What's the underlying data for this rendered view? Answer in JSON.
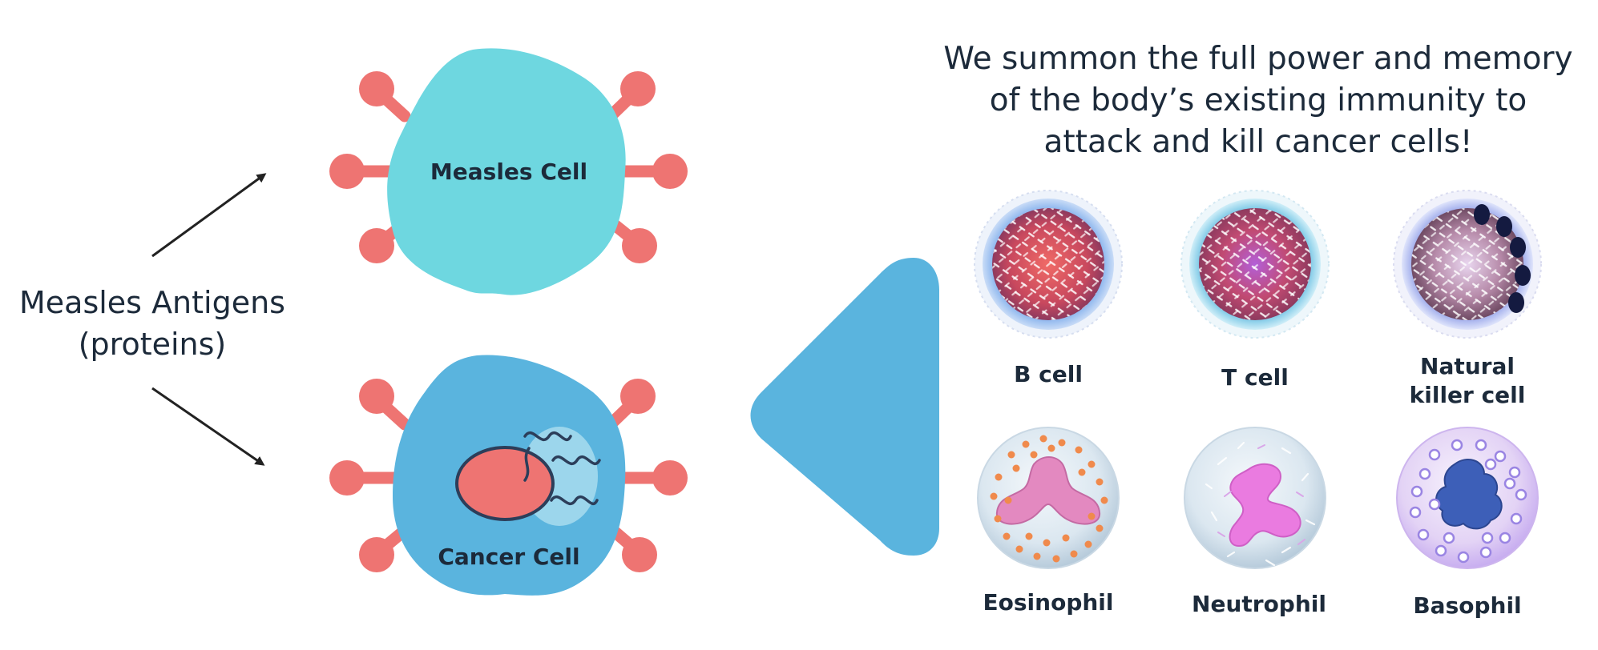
{
  "antigen_label": {
    "line1": "Measles Antigens",
    "line2": "(proteins)"
  },
  "measles_cell": {
    "label": "Measles Cell",
    "color": "#6ED7E0"
  },
  "cancer_cell": {
    "label": "Cancer Cell",
    "color": "#5AB4DE"
  },
  "antigen_color": "#EE7472",
  "pointer_color": "#5AB4DE",
  "headline": {
    "line1": "We summon the full power and memory",
    "line2": "of the body’s existing immunity to",
    "line3": "attack and kill cancer cells!"
  },
  "immune_cells": [
    {
      "line1": "B cell",
      "line2": "",
      "icon": "b-cell-icon"
    },
    {
      "line1": "T cell",
      "line2": "",
      "icon": "t-cell-icon"
    },
    {
      "line1": "Natural",
      "line2": "killer cell",
      "icon": "natural-killer-cell-icon"
    },
    {
      "line1": "Eosinophil",
      "line2": "",
      "icon": "eosinophil-icon"
    },
    {
      "line1": "Neutrophil",
      "line2": "",
      "icon": "neutrophil-icon"
    },
    {
      "line1": "Basophil",
      "line2": "",
      "icon": "basophil-icon"
    }
  ]
}
